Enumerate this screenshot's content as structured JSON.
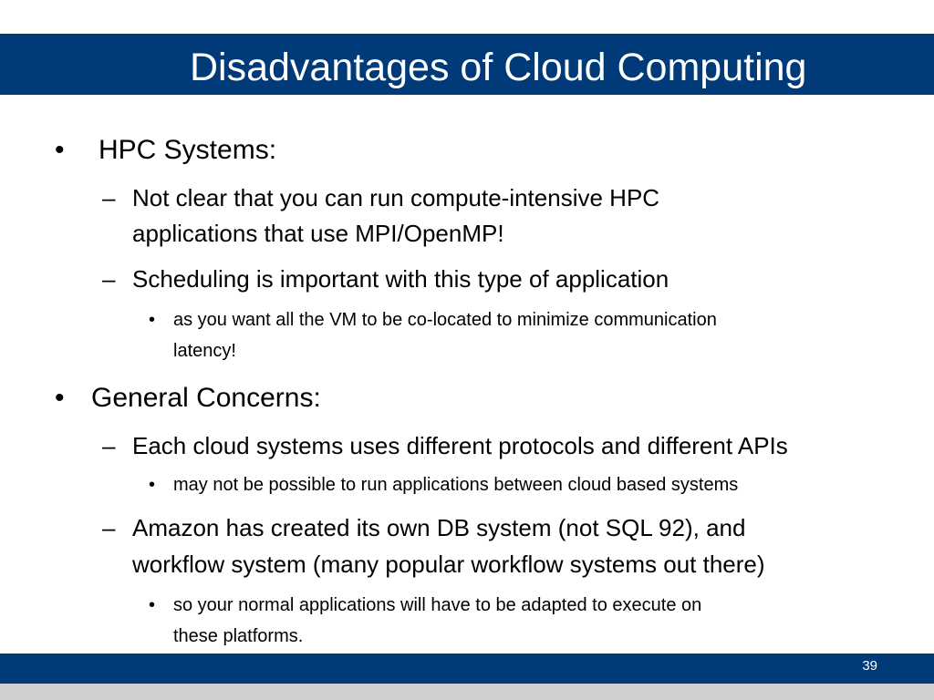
{
  "slide": {
    "title": "Disadvantages of Cloud Computing",
    "page_number": "39"
  },
  "bullets": {
    "b1": {
      "marker": "•",
      "text": "HPC Systems:"
    },
    "b1_1": {
      "marker": "–",
      "line1": "Not clear that you can run compute-intensive HPC",
      "line2": "applications that use MPI/OpenMP!"
    },
    "b1_2": {
      "marker": "–",
      "text": "Scheduling is important with this type of application"
    },
    "b1_2_1": {
      "marker": "•",
      "line1": "as you want all the VM to be co-located to minimize communication",
      "line2": "latency!"
    },
    "b2": {
      "marker": "•",
      "text": "General Concerns:"
    },
    "b2_1": {
      "marker": "–",
      "text": "Each cloud systems uses different protocols and different APIs"
    },
    "b2_1_1": {
      "marker": "•",
      "text": "may not be possible to run applications between cloud based systems"
    },
    "b2_2": {
      "marker": "–",
      "line1": "Amazon has created its own DB system (not SQL 92), and",
      "line2": "workflow system (many popular workflow systems out there)"
    },
    "b2_2_1": {
      "marker": "•",
      "line1": "so your normal applications will have to be adapted to execute on",
      "line2": "these platforms."
    }
  },
  "colors": {
    "title_bar": "#003a78",
    "footer_bar": "#003a78",
    "footer_strip": "#d0d0d0"
  }
}
